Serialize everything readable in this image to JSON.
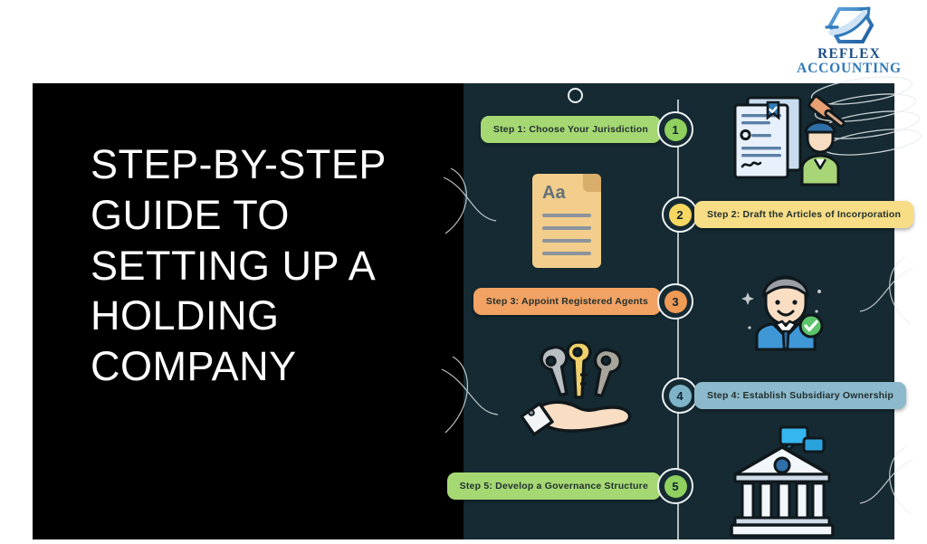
{
  "brand": {
    "name_line1": "REFLEX",
    "name_line2": "ACCOUNTING",
    "logo_icon": "reflex-arrow-hexagon-logo",
    "color_primary": "#1b4f86",
    "color_secondary": "#2f7ab8"
  },
  "title_panel": {
    "title": "Step-by-Step Guide to Setting Up a Holding Company",
    "background": "#000000",
    "text_color": "#ffffff"
  },
  "infographic": {
    "background": "#152a32",
    "timeline_color": "#cfd8dc",
    "top_node_icon": "timeline-start-circle",
    "steps": [
      {
        "number": "1",
        "label": "Step 1: Choose Your Jurisdiction",
        "side": "left",
        "pill_color": "#a5d873",
        "marker_color": "#8fd05f",
        "illustration": "legal-document-gavel-judge-icon"
      },
      {
        "number": "2",
        "label": "Step 2: Draft the Articles of Incorporation",
        "side": "right",
        "pill_color": "#f7dd86",
        "marker_color": "#f5d761",
        "illustration": "text-document-aa-icon"
      },
      {
        "number": "3",
        "label": "Step 3: Appoint Registered Agents",
        "side": "left",
        "pill_color": "#f2a263",
        "marker_color": "#ef9a55",
        "illustration": "verified-businessman-icon"
      },
      {
        "number": "4",
        "label": "Step 4: Establish Subsidiary Ownership",
        "side": "right",
        "pill_color": "#8cb9cc",
        "marker_color": "#7fb3c8",
        "illustration": "hand-holding-keys-icon"
      },
      {
        "number": "5",
        "label": "Step 5: Develop a Governance Structure",
        "side": "left",
        "pill_color": "#a5d873",
        "marker_color": "#8fd05f",
        "illustration": "bank-building-chat-icon"
      }
    ],
    "decorations": [
      "spiral-coil-top-right",
      "curved-arc-left-upper",
      "curved-arc-left-lower",
      "curved-arc-right-middle",
      "curved-arc-right-lower"
    ]
  }
}
